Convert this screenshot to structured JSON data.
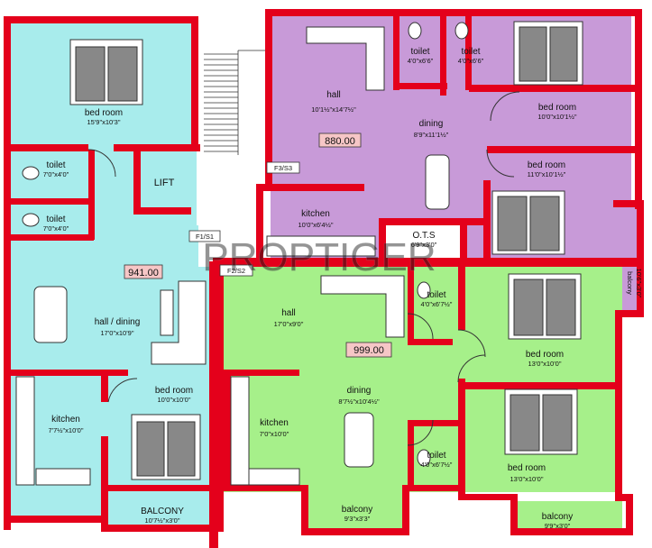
{
  "colors": {
    "wall": "#e4001b",
    "unit_f1": "#a8ecec",
    "unit_f2": "#a6f08a",
    "unit_f3": "#c89ad8",
    "stair": "#ffffff",
    "outline": "#333333"
  },
  "watermark": "PROPTIGER",
  "common": {
    "lift": "LIFT",
    "ots": "O.T.S",
    "ots_dim": "6'9\"x3'0\""
  },
  "unit_f1": {
    "code": "F1/S1",
    "area": "941.00",
    "rooms": {
      "bedroom_top": {
        "name": "bed room",
        "dim": "15'9\"x10'3\""
      },
      "toilet_1": {
        "name": "toilet",
        "dim": "7'0\"x4'0\""
      },
      "toilet_2": {
        "name": "toilet",
        "dim": "7'0\"x4'0\""
      },
      "hall_dining": {
        "name": "hall / dining",
        "dim": "17'0\"x10'9\""
      },
      "kitchen": {
        "name": "kitchen",
        "dim": "7'7½\"x10'0\""
      },
      "bedroom_bottom": {
        "name": "bed room",
        "dim": "10'0\"x10'0\""
      },
      "balcony": {
        "name": "BALCONY",
        "dim": "10'7½\"x3'0\""
      }
    }
  },
  "unit_f2": {
    "code": "F2/S2",
    "area": "999.00",
    "rooms": {
      "hall": {
        "name": "hall",
        "dim": "17'0\"x9'0\""
      },
      "toilet_top": {
        "name": "toilet",
        "dim": "4'0\"x6'7½\""
      },
      "bedroom_top": {
        "name": "bed room",
        "dim": "13'0\"x10'0\""
      },
      "kitchen": {
        "name": "kitchen",
        "dim": "7'0\"x10'0\""
      },
      "dining": {
        "name": "dining",
        "dim": "8'7½\"x10'4½\""
      },
      "toilet_bottom": {
        "name": "toilet",
        "dim": "4'0\"x6'7½\""
      },
      "bedroom_bottom": {
        "name": "bed room",
        "dim": "13'0\"x10'0\""
      },
      "balcony_left": {
        "name": "balcony",
        "dim": "9'3\"x3'3\""
      },
      "balcony_right": {
        "name": "balcony",
        "dim": "9'9\"x3'0\""
      }
    }
  },
  "unit_f3": {
    "code": "F3/S3",
    "area": "880.00",
    "rooms": {
      "hall": {
        "name": "hall",
        "dim": "10'1½\"x14'7½\""
      },
      "toilet_1": {
        "name": "toilet",
        "dim": "4'0\"x6'6\""
      },
      "toilet_2": {
        "name": "toilet",
        "dim": "4'0\"x6'6\""
      },
      "bedroom_top": {
        "name": "bed room",
        "dim": "10'0\"x10'1½\""
      },
      "dining": {
        "name": "dining",
        "dim": "8'9\"x11'1½\""
      },
      "bedroom_mid": {
        "name": "bed room",
        "dim": "11'0\"x10'1½\""
      },
      "kitchen": {
        "name": "kitchen",
        "dim": "10'0\"x6'4½\""
      },
      "balcony": {
        "name": "balcony",
        "dim": "10'6\"x3'0\""
      }
    }
  }
}
